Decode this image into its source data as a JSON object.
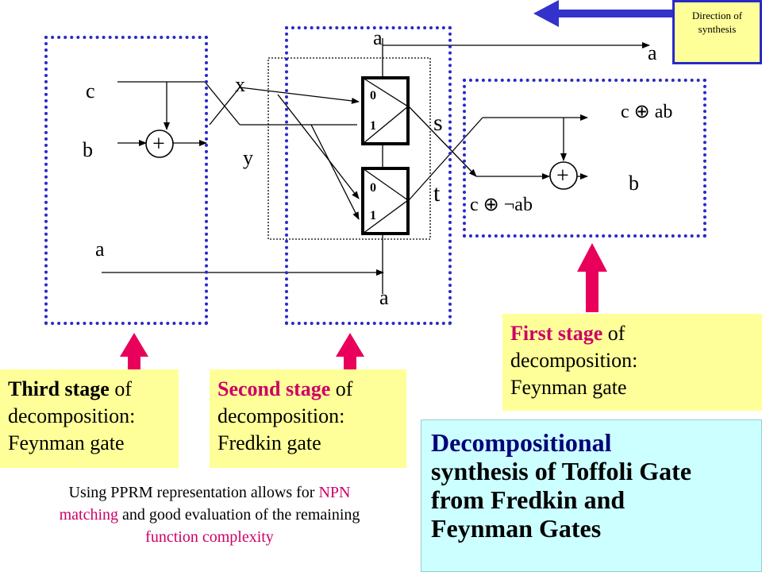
{
  "signals": {
    "c_in": "c",
    "b_in": "b",
    "a_in": "a",
    "x": "x",
    "y": "y",
    "a_top": "a",
    "a_bottom": "a",
    "a_out": "a",
    "s": "s",
    "t": "t",
    "c_not_ab": "c ⊕ ¬ab",
    "c_xor_ab": "c ⊕ ab",
    "b_out": "b"
  },
  "gates": {
    "xor_symbol": "+",
    "mux_zero": "0",
    "mux_one": "1"
  },
  "direction": {
    "line1": "Direction of",
    "line2": "synthesis"
  },
  "stages": {
    "third": {
      "name": "Third stage",
      "rest": " of",
      "line2": "decomposition:",
      "line3": "Feynman  gate"
    },
    "second": {
      "name": "Second stage",
      "rest": " of",
      "line2": "decomposition:",
      "line3": "Fredkin gate"
    },
    "first": {
      "name": "First stage",
      "rest": " of",
      "line2": "decomposition:",
      "line3": "Feynman  gate"
    }
  },
  "summary": {
    "heading": "Decompositional",
    "line2": "synthesis of Toffoli Gate",
    "line3": "from Fredkin and",
    "line4": "Feynman Gates"
  },
  "note": {
    "part1": "Using PPRM representation allows for ",
    "npn": "NPN",
    "part2": "matching",
    "part3": " and good evaluation of the remaining",
    "part4": "function complexity"
  },
  "colors": {
    "box_border": "#2929c8",
    "stage_name": "#cc0066",
    "arrow_pink": "#e8005a",
    "direction_arrow": "#3333cc",
    "yellow_fill": "#ffff99",
    "cyan_fill": "#ccffff"
  }
}
